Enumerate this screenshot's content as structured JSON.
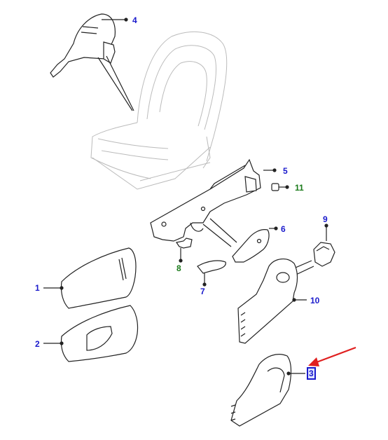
{
  "callouts": {
    "c1": "1",
    "c2": "2",
    "c3": "3",
    "c4": "4",
    "c5": "5",
    "c6": "6",
    "c7": "7",
    "c8": "8",
    "c9": "9",
    "c10": "10",
    "c11": "11"
  },
  "colors": {
    "callout_standard": "#1a1acc",
    "callout_green": "#1a7a1a",
    "pointer_arrow": "#e02020",
    "part_line": "#222222",
    "seat_phantom": "#bbbbbb"
  },
  "selected_callout": "3"
}
